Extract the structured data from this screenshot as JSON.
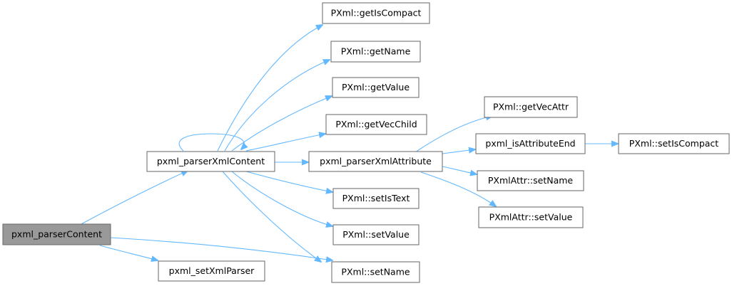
{
  "graph": {
    "nodes": [
      {
        "id": "n_parserContent",
        "label": "pxml_parserContent",
        "root": true
      },
      {
        "id": "n_parserXmlContent",
        "label": "pxml_parserXmlContent"
      },
      {
        "id": "n_setXmlParser",
        "label": "pxml_setXmlParser"
      },
      {
        "id": "n_getIsCompact",
        "label": "PXml::getIsCompact"
      },
      {
        "id": "n_getName",
        "label": "PXml::getName"
      },
      {
        "id": "n_getValue",
        "label": "PXml::getValue"
      },
      {
        "id": "n_getVecChild",
        "label": "PXml::getVecChild"
      },
      {
        "id": "n_parserXmlAttribute",
        "label": "pxml_parserXmlAttribute"
      },
      {
        "id": "n_setIsText",
        "label": "PXml::setIsText"
      },
      {
        "id": "n_setValue",
        "label": "PXml::setValue"
      },
      {
        "id": "n_setName",
        "label": "PXml::setName"
      },
      {
        "id": "n_getVecAttr",
        "label": "PXml::getVecAttr"
      },
      {
        "id": "n_isAttributeEnd",
        "label": "pxml_isAttributeEnd"
      },
      {
        "id": "n_attrSetName",
        "label": "PXmlAttr::setName"
      },
      {
        "id": "n_attrSetValue",
        "label": "PXmlAttr::setValue"
      },
      {
        "id": "n_setIsCompact",
        "label": "PXml::setIsCompact"
      }
    ],
    "edges": [
      {
        "from": "n_parserContent",
        "to": "n_parserXmlContent"
      },
      {
        "from": "n_parserContent",
        "to": "n_setXmlParser"
      },
      {
        "from": "n_parserContent",
        "to": "n_setName"
      },
      {
        "from": "n_parserXmlContent",
        "to": "n_parserXmlContent"
      },
      {
        "from": "n_parserXmlContent",
        "to": "n_getIsCompact"
      },
      {
        "from": "n_parserXmlContent",
        "to": "n_getName"
      },
      {
        "from": "n_parserXmlContent",
        "to": "n_getValue"
      },
      {
        "from": "n_parserXmlContent",
        "to": "n_getVecChild"
      },
      {
        "from": "n_parserXmlContent",
        "to": "n_parserXmlAttribute"
      },
      {
        "from": "n_parserXmlContent",
        "to": "n_setIsText"
      },
      {
        "from": "n_parserXmlContent",
        "to": "n_setValue"
      },
      {
        "from": "n_parserXmlContent",
        "to": "n_setName"
      },
      {
        "from": "n_parserXmlAttribute",
        "to": "n_getVecAttr"
      },
      {
        "from": "n_parserXmlAttribute",
        "to": "n_isAttributeEnd"
      },
      {
        "from": "n_parserXmlAttribute",
        "to": "n_attrSetName"
      },
      {
        "from": "n_parserXmlAttribute",
        "to": "n_attrSetValue"
      },
      {
        "from": "n_isAttributeEnd",
        "to": "n_setIsCompact"
      }
    ],
    "colors": {
      "edge": "#63b8ff",
      "node_border": "#666666",
      "root_fill": "#999999",
      "node_fill": "#ffffff"
    }
  }
}
